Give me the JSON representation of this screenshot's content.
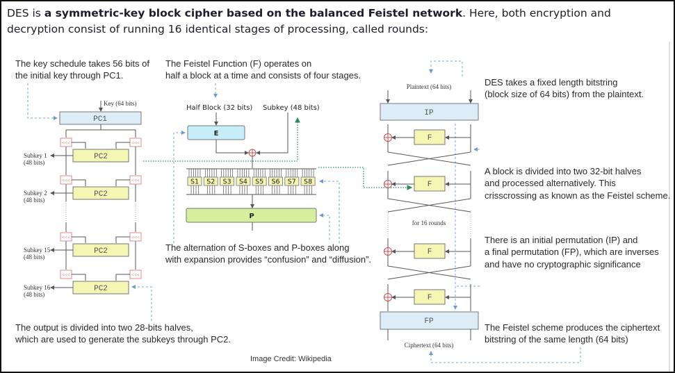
{
  "header": {
    "line1_pre": "DES is ",
    "line1_bold": "a symmetric-key block cipher based on the balanced Feistel network",
    "line1_post": ". Here, both encryption and",
    "line2": "decryption consist of running 16 identical stages of processing, called rounds:"
  },
  "annotations": {
    "key_schedule": [
      "The key schedule takes 56 bits of",
      "the initial key through PC1."
    ],
    "feistel_function": [
      "The Feistel Function (F) operates on",
      "half a block at a time and consists of four stages."
    ],
    "fixed_length": [
      "DES takes a fixed length bitstring",
      "(block size of 64 bits) from the plaintext."
    ],
    "halves": [
      "A block is divided into two 32-bit halves",
      "and processed alternatively. This",
      "crisscrossing as known as the Feistel scheme."
    ],
    "sbox_pbox": [
      "The alternation of S-boxes and P-boxes along",
      "with expansion provides “confusion” and “diffusion”."
    ],
    "permutation": [
      "There is an initial permutation (IP) and",
      "a final permutation (FP), which are inverses",
      "and have no cryptographic significance"
    ],
    "output_halves": [
      "The output is divided into two 28-bits halves,",
      "which are used to generate the subkeys through PC2."
    ],
    "ciphertext": [
      "The Feistel scheme produces the ciphertext",
      "bitstring of the same length (64 bits)"
    ]
  },
  "key_schedule": {
    "key_label": "Key (64 bits)",
    "pc1": "PC1",
    "pc2": "PC2",
    "rotate": "<<<",
    "subkeys": [
      {
        "name": "Subkey 1",
        "bits": "(48 bits)"
      },
      {
        "name": "Subkey 2",
        "bits": "(48 bits)"
      },
      {
        "name": "Subkey 15",
        "bits": "(48 bits)"
      },
      {
        "name": "Subkey 16",
        "bits": "(48 bits)"
      }
    ]
  },
  "feistel": {
    "half_block": "Half Block (32 bits)",
    "subkey": "Subkey (48 bits)",
    "e": "E",
    "sboxes": [
      "S1",
      "S2",
      "S3",
      "S4",
      "S5",
      "S6",
      "S7",
      "S8"
    ],
    "p": "P"
  },
  "network": {
    "plaintext": "Plaintext (64 bits)",
    "ip": "IP",
    "f": "F",
    "rounds": "for 16 rounds",
    "fp": "FP",
    "ciphertext": "Ciphertext (64 bits)"
  },
  "credit": "Image Credit: Wikipedia",
  "colors": {
    "pc1": "#dcedf7",
    "pc2": "#f5f5b4",
    "e": "#c6eef8",
    "p": "#d6ef9e",
    "xor": "#c0504d",
    "annotation_line": "#7aa6cf",
    "subkey_line": "#2e8b57"
  }
}
